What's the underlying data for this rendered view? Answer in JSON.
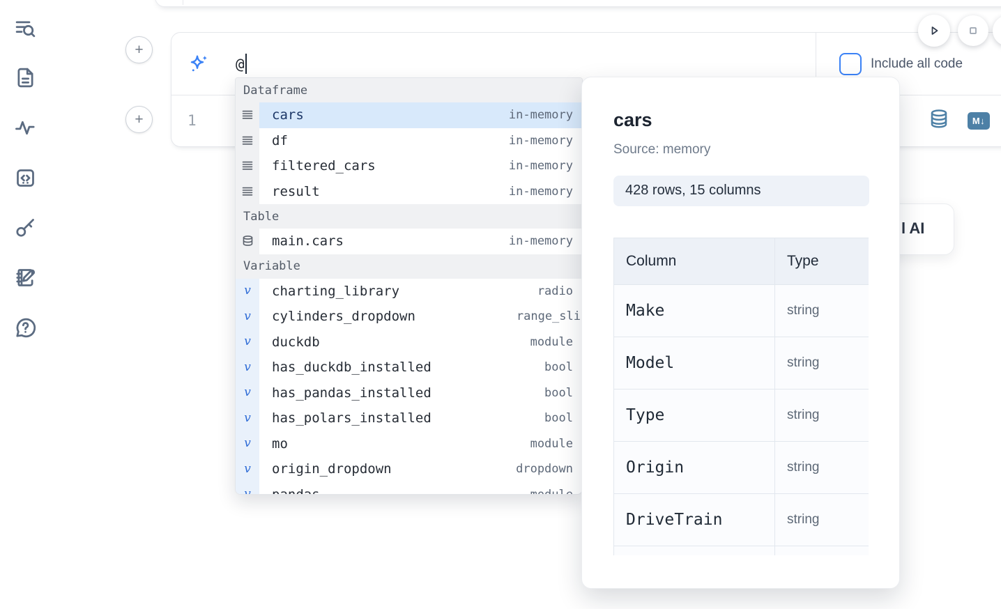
{
  "sidebar": {
    "icons": [
      {
        "name": "list-search-icon"
      },
      {
        "name": "file-document-icon"
      },
      {
        "name": "activity-icon"
      },
      {
        "name": "code-snippet-icon"
      },
      {
        "name": "key-icon"
      },
      {
        "name": "notebook-edit-icon"
      },
      {
        "name": "help-chat-icon"
      }
    ]
  },
  "run_controls": {
    "play_icon": "play-outline",
    "stop_icon": "stop-square-outline"
  },
  "ai_prompt": {
    "value": "@",
    "include_all_code_label": "Include all code",
    "include_all_code_checked": false,
    "sparkle_icon": "ai-sparkles"
  },
  "cell": {
    "line_number": "1",
    "actions": {
      "database_icon": "dataframe-view",
      "markdown_badge": "M↓"
    }
  },
  "autocomplete": {
    "sections": [
      {
        "label": "Dataframe",
        "items": [
          {
            "name": "cars",
            "type": "in-memory",
            "selected": true
          },
          {
            "name": "df",
            "type": "in-memory"
          },
          {
            "name": "filtered_cars",
            "type": "in-memory"
          },
          {
            "name": "result",
            "type": "in-memory"
          }
        ]
      },
      {
        "label": "Table",
        "items": [
          {
            "name": "main.cars",
            "type": "in-memory"
          }
        ]
      },
      {
        "label": "Variable",
        "items": [
          {
            "name": "charting_library",
            "type": "radio"
          },
          {
            "name": "cylinders_dropdown",
            "type": "range_sli"
          },
          {
            "name": "duckdb",
            "type": "module"
          },
          {
            "name": "has_duckdb_installed",
            "type": "bool"
          },
          {
            "name": "has_pandas_installed",
            "type": "bool"
          },
          {
            "name": "has_polars_installed",
            "type": "bool"
          },
          {
            "name": "mo",
            "type": "module"
          },
          {
            "name": "origin_dropdown",
            "type": "dropdown"
          },
          {
            "name": "pandas",
            "type": "module"
          }
        ]
      }
    ]
  },
  "preview": {
    "title": "cars",
    "source": "Source: memory",
    "shape": "428 rows, 15 columns",
    "table": {
      "headers": [
        "Column",
        "Type"
      ],
      "rows": [
        [
          "Make",
          "string"
        ],
        [
          "Model",
          "string"
        ],
        [
          "Type",
          "string"
        ],
        [
          "Origin",
          "string"
        ],
        [
          "DriveTrain",
          "string"
        ]
      ]
    }
  },
  "ai_button": {
    "visible_text": "l AI"
  },
  "colors": {
    "accent_blue": "#3b82f6",
    "selection_bg": "#d8e9fb",
    "selection_text": "#1c3767",
    "steel_blue": "#4d80a6",
    "section_header_bg": "#f0f1f3",
    "variable_gutter_bg": "#e9f1fb"
  }
}
